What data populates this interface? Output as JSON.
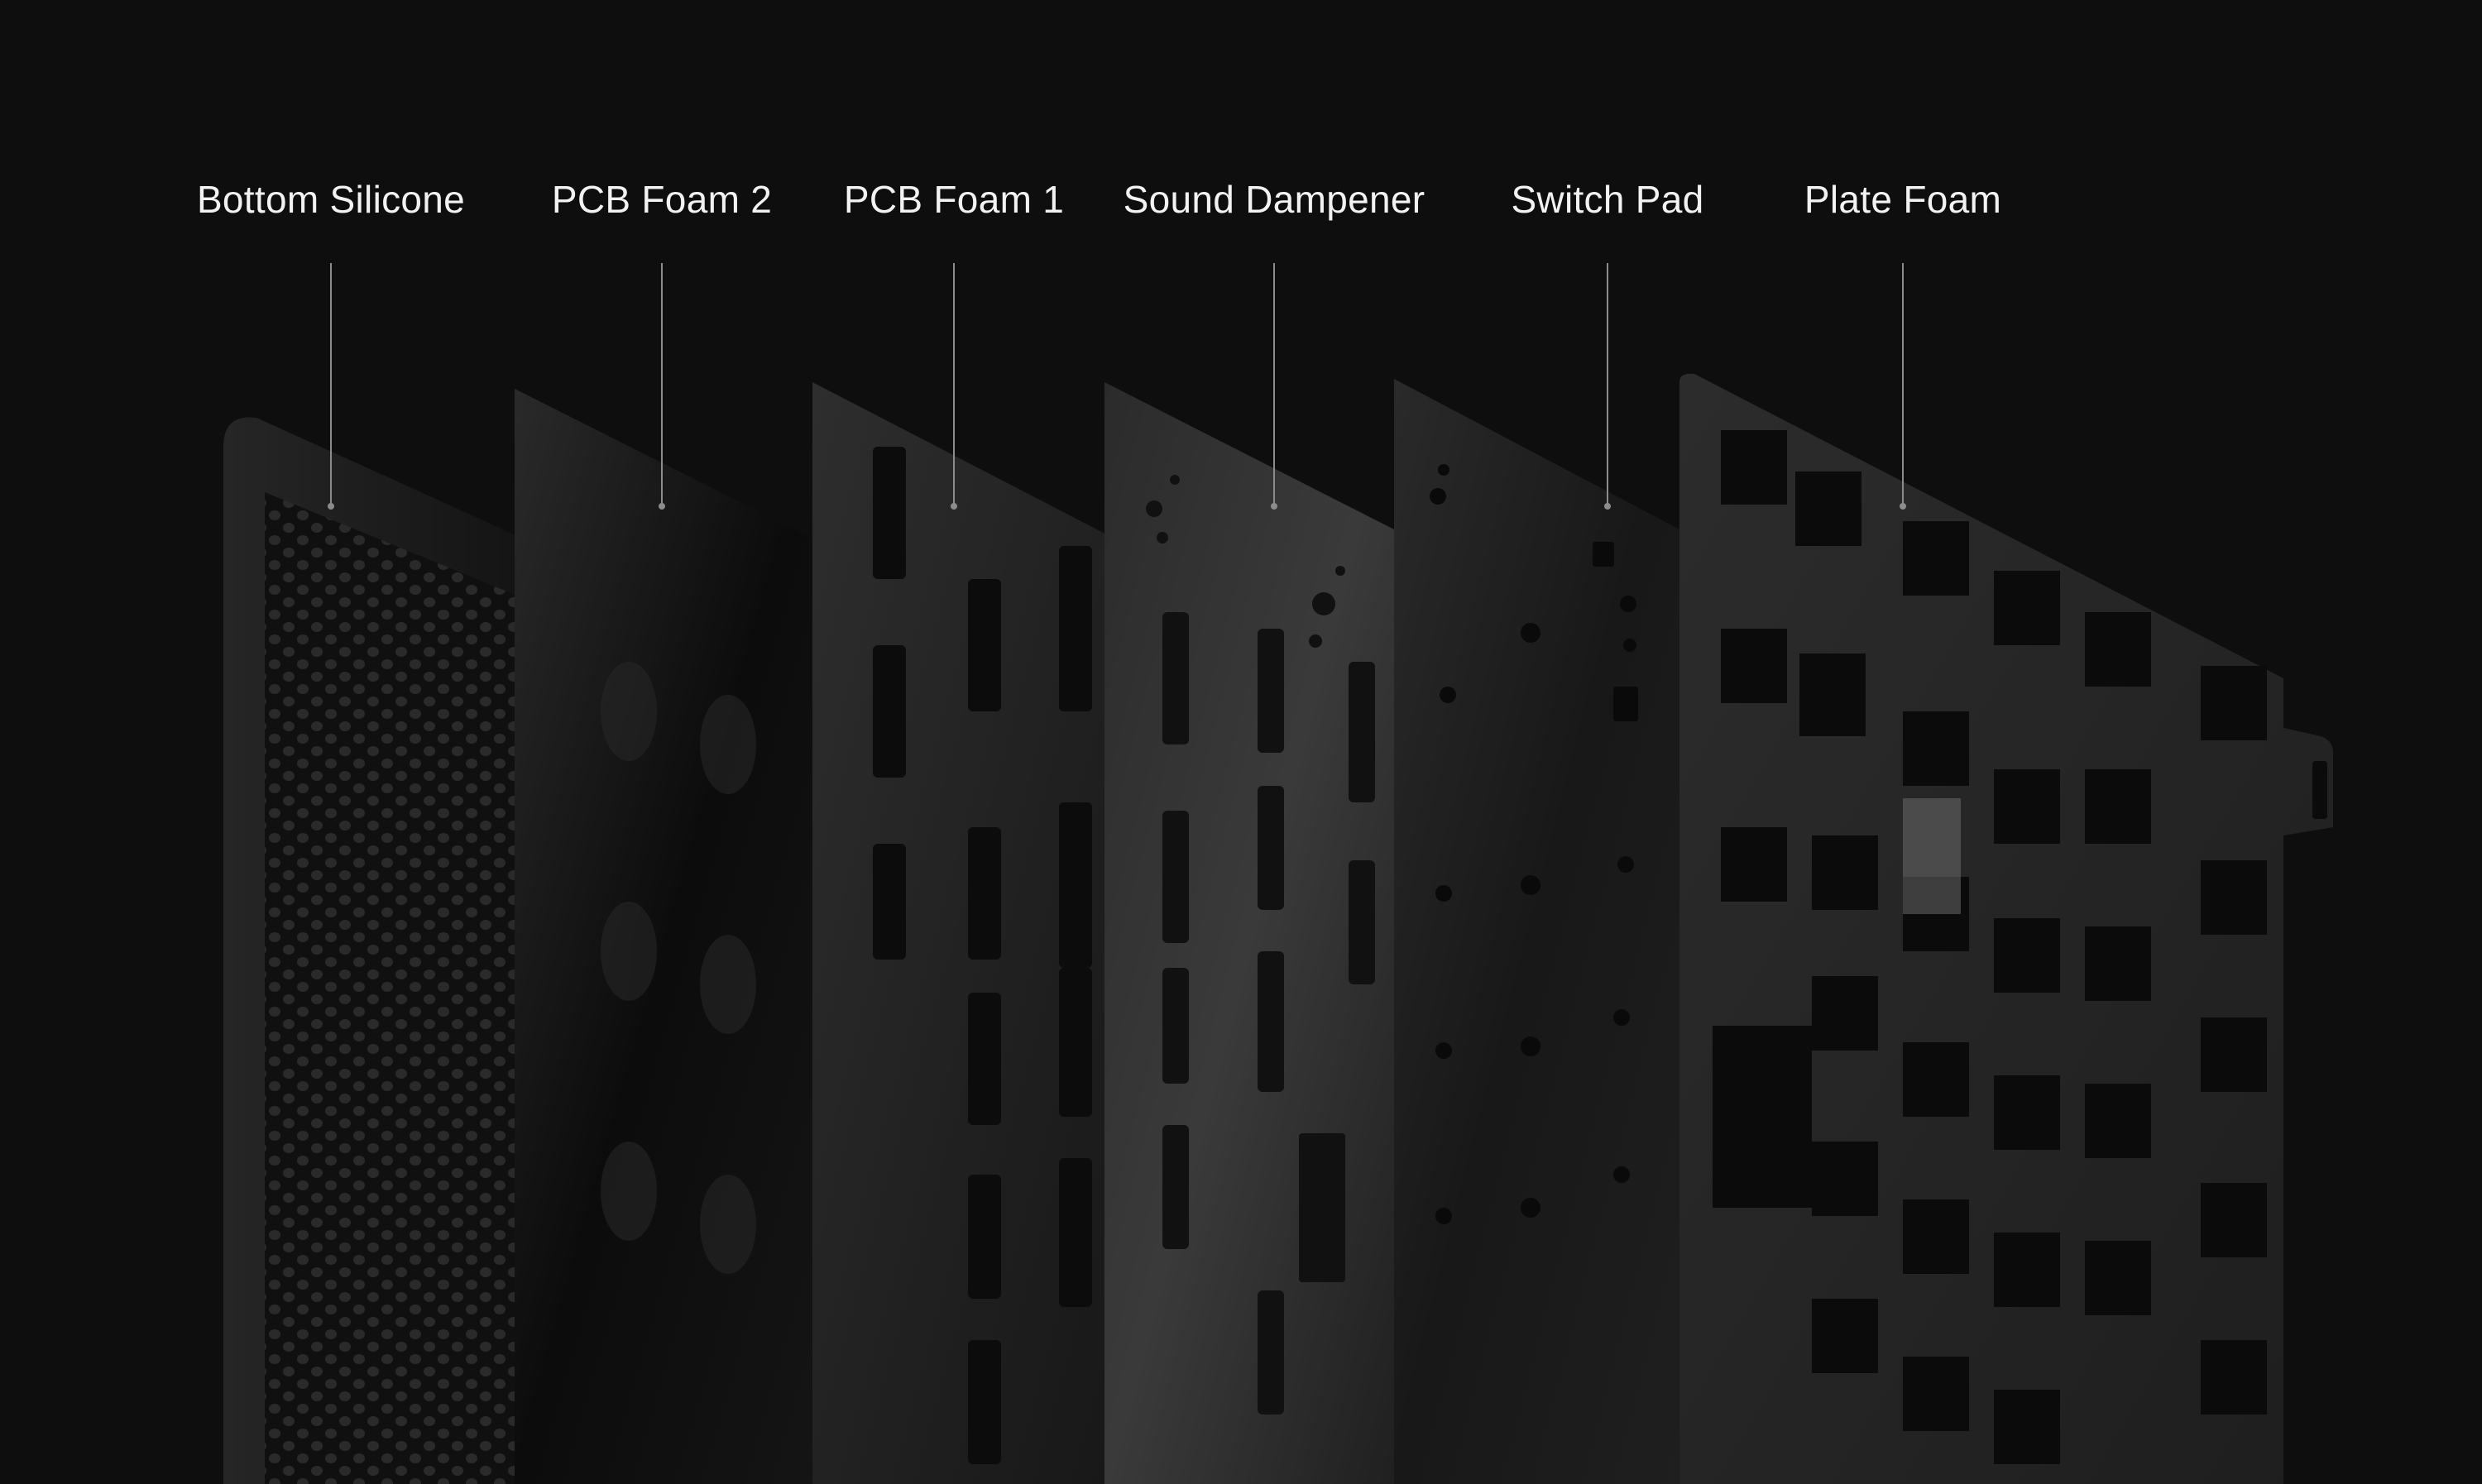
{
  "layers": [
    {
      "id": "bottom-silicone",
      "label": "Bottom Silicone"
    },
    {
      "id": "pcb-foam-2",
      "label": "PCB Foam 2"
    },
    {
      "id": "pcb-foam-1",
      "label": "PCB Foam 1"
    },
    {
      "id": "sound-dampener",
      "label": "Sound Dampener"
    },
    {
      "id": "switch-pad",
      "label": "Switch Pad"
    },
    {
      "id": "plate-foam",
      "label": "Plate Foam"
    }
  ],
  "colors": {
    "background": "#0e0e0f",
    "label_text": "#f2f2f2",
    "leader_line": "#8c8c8c"
  }
}
